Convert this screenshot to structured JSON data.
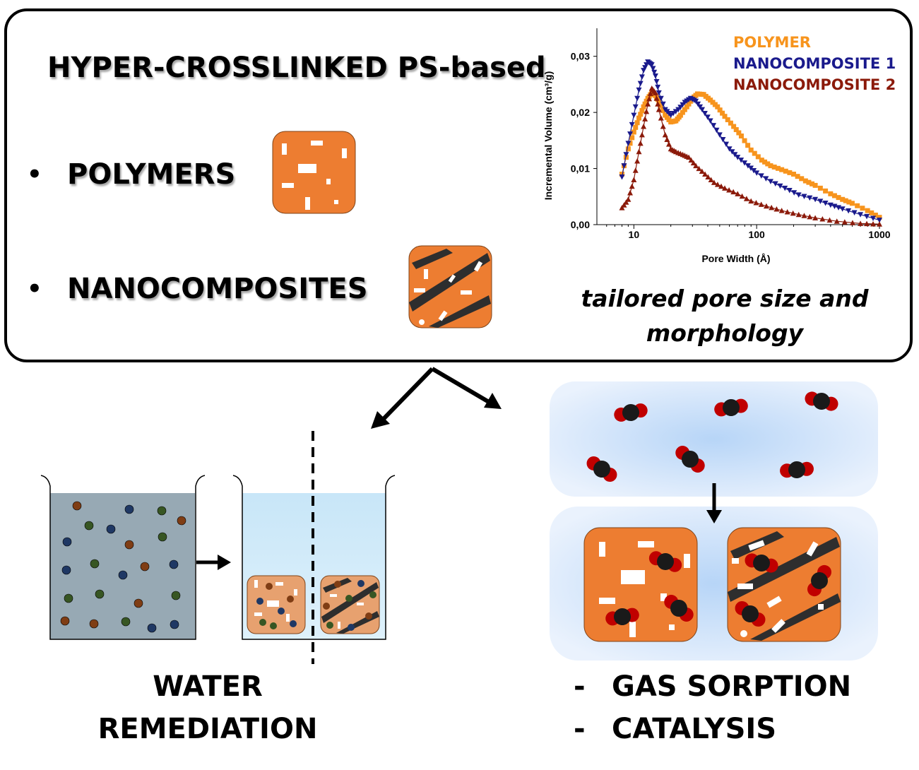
{
  "top_panel": {
    "title": "HYPER-CROSSLINKED PS-based",
    "bullets": [
      {
        "marker": "•",
        "label": "POLYMERS"
      },
      {
        "marker": "•",
        "label": "NANOCOMPOSITES"
      }
    ],
    "caption_line1": "tailored pore size and",
    "caption_line2": "morphology"
  },
  "chart_data": {
    "type": "scatter",
    "xlabel": "Pore Width (Å)",
    "ylabel": "Incremental Volume (cm³/g)",
    "xscale": "log",
    "xlim": [
      5,
      1000
    ],
    "ylim": [
      0,
      0.035
    ],
    "x_ticks": [
      {
        "v": 10,
        "label": "10"
      },
      {
        "v": 100,
        "label": "100"
      },
      {
        "v": 1000,
        "label": "1000"
      }
    ],
    "y_ticks": [
      {
        "v": 0.0,
        "label": "0,00"
      },
      {
        "v": 0.01,
        "label": "0,01"
      },
      {
        "v": 0.02,
        "label": "0,02"
      },
      {
        "v": 0.03,
        "label": "0,03"
      }
    ],
    "legend_position": "top-right",
    "series": [
      {
        "name": "POLYMER",
        "color": "#f7941d",
        "marker": "square",
        "points": [
          [
            8,
            0.009
          ],
          [
            9,
            0.0135
          ],
          [
            10,
            0.0165
          ],
          [
            11,
            0.019
          ],
          [
            12,
            0.021
          ],
          [
            13,
            0.0225
          ],
          [
            14,
            0.0235
          ],
          [
            15,
            0.023
          ],
          [
            16,
            0.022
          ],
          [
            18,
            0.0195
          ],
          [
            20,
            0.0183
          ],
          [
            22,
            0.0185
          ],
          [
            24,
            0.0195
          ],
          [
            27,
            0.021
          ],
          [
            30,
            0.0225
          ],
          [
            33,
            0.0233
          ],
          [
            37,
            0.0232
          ],
          [
            42,
            0.0222
          ],
          [
            48,
            0.021
          ],
          [
            55,
            0.0193
          ],
          [
            65,
            0.0175
          ],
          [
            75,
            0.0158
          ],
          [
            90,
            0.0133
          ],
          [
            110,
            0.0115
          ],
          [
            130,
            0.0105
          ],
          [
            160,
            0.0098
          ],
          [
            200,
            0.009
          ],
          [
            250,
            0.0078
          ],
          [
            300,
            0.007
          ],
          [
            400,
            0.0055
          ],
          [
            500,
            0.0045
          ],
          [
            600,
            0.0038
          ],
          [
            800,
            0.0025
          ],
          [
            1000,
            0.0013
          ]
        ]
      },
      {
        "name": "NANOCOMPOSITE 1",
        "color": "#1a1a8c",
        "marker": "triangle-down",
        "points": [
          [
            8,
            0.0085
          ],
          [
            9,
            0.0145
          ],
          [
            10,
            0.0195
          ],
          [
            11,
            0.024
          ],
          [
            12,
            0.0275
          ],
          [
            13,
            0.029
          ],
          [
            14,
            0.0285
          ],
          [
            15,
            0.0265
          ],
          [
            16,
            0.0235
          ],
          [
            18,
            0.0205
          ],
          [
            20,
            0.0195
          ],
          [
            23,
            0.0205
          ],
          [
            26,
            0.0218
          ],
          [
            29,
            0.0225
          ],
          [
            32,
            0.022
          ],
          [
            36,
            0.0205
          ],
          [
            42,
            0.0185
          ],
          [
            50,
            0.016
          ],
          [
            60,
            0.0135
          ],
          [
            70,
            0.012
          ],
          [
            85,
            0.0105
          ],
          [
            100,
            0.0092
          ],
          [
            130,
            0.0077
          ],
          [
            170,
            0.0065
          ],
          [
            220,
            0.0053
          ],
          [
            300,
            0.0045
          ],
          [
            400,
            0.0035
          ],
          [
            500,
            0.0028
          ],
          [
            700,
            0.0018
          ],
          [
            1000,
            0.0008
          ]
        ]
      },
      {
        "name": "NANOCOMPOSITE 2",
        "color": "#8b1a0a",
        "marker": "triangle-up",
        "points": [
          [
            8,
            0.003
          ],
          [
            9,
            0.0045
          ],
          [
            10,
            0.008
          ],
          [
            11,
            0.013
          ],
          [
            12,
            0.0175
          ],
          [
            13,
            0.0215
          ],
          [
            14,
            0.0243
          ],
          [
            15,
            0.0235
          ],
          [
            16,
            0.0205
          ],
          [
            18,
            0.016
          ],
          [
            20,
            0.0135
          ],
          [
            22,
            0.013
          ],
          [
            25,
            0.0125
          ],
          [
            28,
            0.012
          ],
          [
            32,
            0.0105
          ],
          [
            38,
            0.009
          ],
          [
            45,
            0.0075
          ],
          [
            55,
            0.0065
          ],
          [
            70,
            0.0055
          ],
          [
            90,
            0.0042
          ],
          [
            120,
            0.0033
          ],
          [
            160,
            0.0025
          ],
          [
            220,
            0.0018
          ],
          [
            300,
            0.0012
          ],
          [
            450,
            0.0006
          ],
          [
            700,
            0.0002
          ],
          [
            1000,
            0.0001
          ]
        ]
      }
    ]
  },
  "bottom": {
    "water_line1": "WATER",
    "water_line2": "REMEDIATION",
    "dash1": "-",
    "gas_label": "GAS SORPTION",
    "dash2": "-",
    "catalysis_label": "CATALYSIS"
  }
}
